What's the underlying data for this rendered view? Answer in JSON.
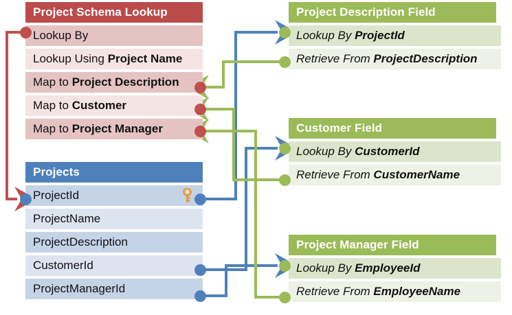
{
  "diagram": {
    "title": "Project Schema Lookup mapping diagram",
    "colors": {
      "red_header": "#BC4B4B",
      "red_row_dark": "#E5C3C3",
      "red_row_light": "#F5E4E4",
      "blue_header": "#4E81BC",
      "blue_row_dark": "#C5D3E7",
      "blue_row_light": "#DCE4F0",
      "green_header": "#9BBB58",
      "green_row_dark": "#DCE5CC",
      "green_row_light": "#EEF2E6",
      "connector_red": "#C0504D",
      "connector_blue": "#4E81BC",
      "connector_green": "#9BBB58",
      "key_icon": "#F0A830"
    }
  },
  "schema_panel": {
    "header": "Project Schema Lookup",
    "rows": [
      {
        "prefix": "Lookup By",
        "strong": ""
      },
      {
        "prefix": "Lookup Using ",
        "strong": "Project Name"
      },
      {
        "prefix": "Map to ",
        "strong": "Project Description"
      },
      {
        "prefix": "Map to ",
        "strong": "Customer"
      },
      {
        "prefix": "Map to ",
        "strong": "Project Manager"
      }
    ]
  },
  "projects_panel": {
    "header": "Projects",
    "rows": [
      {
        "label": "ProjectId",
        "key": true
      },
      {
        "label": "ProjectName",
        "key": false
      },
      {
        "label": "ProjectDescription",
        "key": false
      },
      {
        "label": "CustomerId",
        "key": false
      },
      {
        "label": "ProjectManagerId",
        "key": false
      }
    ]
  },
  "description_field_panel": {
    "header": "Project Description Field",
    "rows": [
      {
        "prefix": "Lookup By ",
        "strong": "ProjectId"
      },
      {
        "prefix": "Retrieve From ",
        "strong": "ProjectDescription"
      }
    ]
  },
  "customer_field_panel": {
    "header": "Customer Field",
    "rows": [
      {
        "prefix": "Lookup By ",
        "strong": "CustomerId"
      },
      {
        "prefix": "Retrieve From ",
        "strong": "CustomerName"
      }
    ]
  },
  "project_manager_field_panel": {
    "header": "Project Manager Field",
    "rows": [
      {
        "prefix": "Lookup By ",
        "strong": "EmployeeId"
      },
      {
        "prefix": "Retrieve From ",
        "strong": "EmployeeName"
      }
    ]
  },
  "connections": [
    {
      "from": "schema.lookup-by",
      "to": "projects.ProjectId",
      "color": "red"
    },
    {
      "from": "projects.ProjectId",
      "to": "description-field.lookup-by",
      "color": "blue"
    },
    {
      "from": "description-field.retrieve-from",
      "to": "schema.map-to-project-description",
      "color": "green"
    },
    {
      "from": "projects.CustomerId",
      "to": "customer-field.lookup-by",
      "color": "blue"
    },
    {
      "from": "customer-field.retrieve-from",
      "to": "schema.map-to-customer",
      "color": "green"
    },
    {
      "from": "projects.ProjectManagerId",
      "to": "project-manager-field.lookup-by",
      "color": "blue"
    },
    {
      "from": "project-manager-field.retrieve-from",
      "to": "schema.map-to-project-manager",
      "color": "green"
    }
  ]
}
